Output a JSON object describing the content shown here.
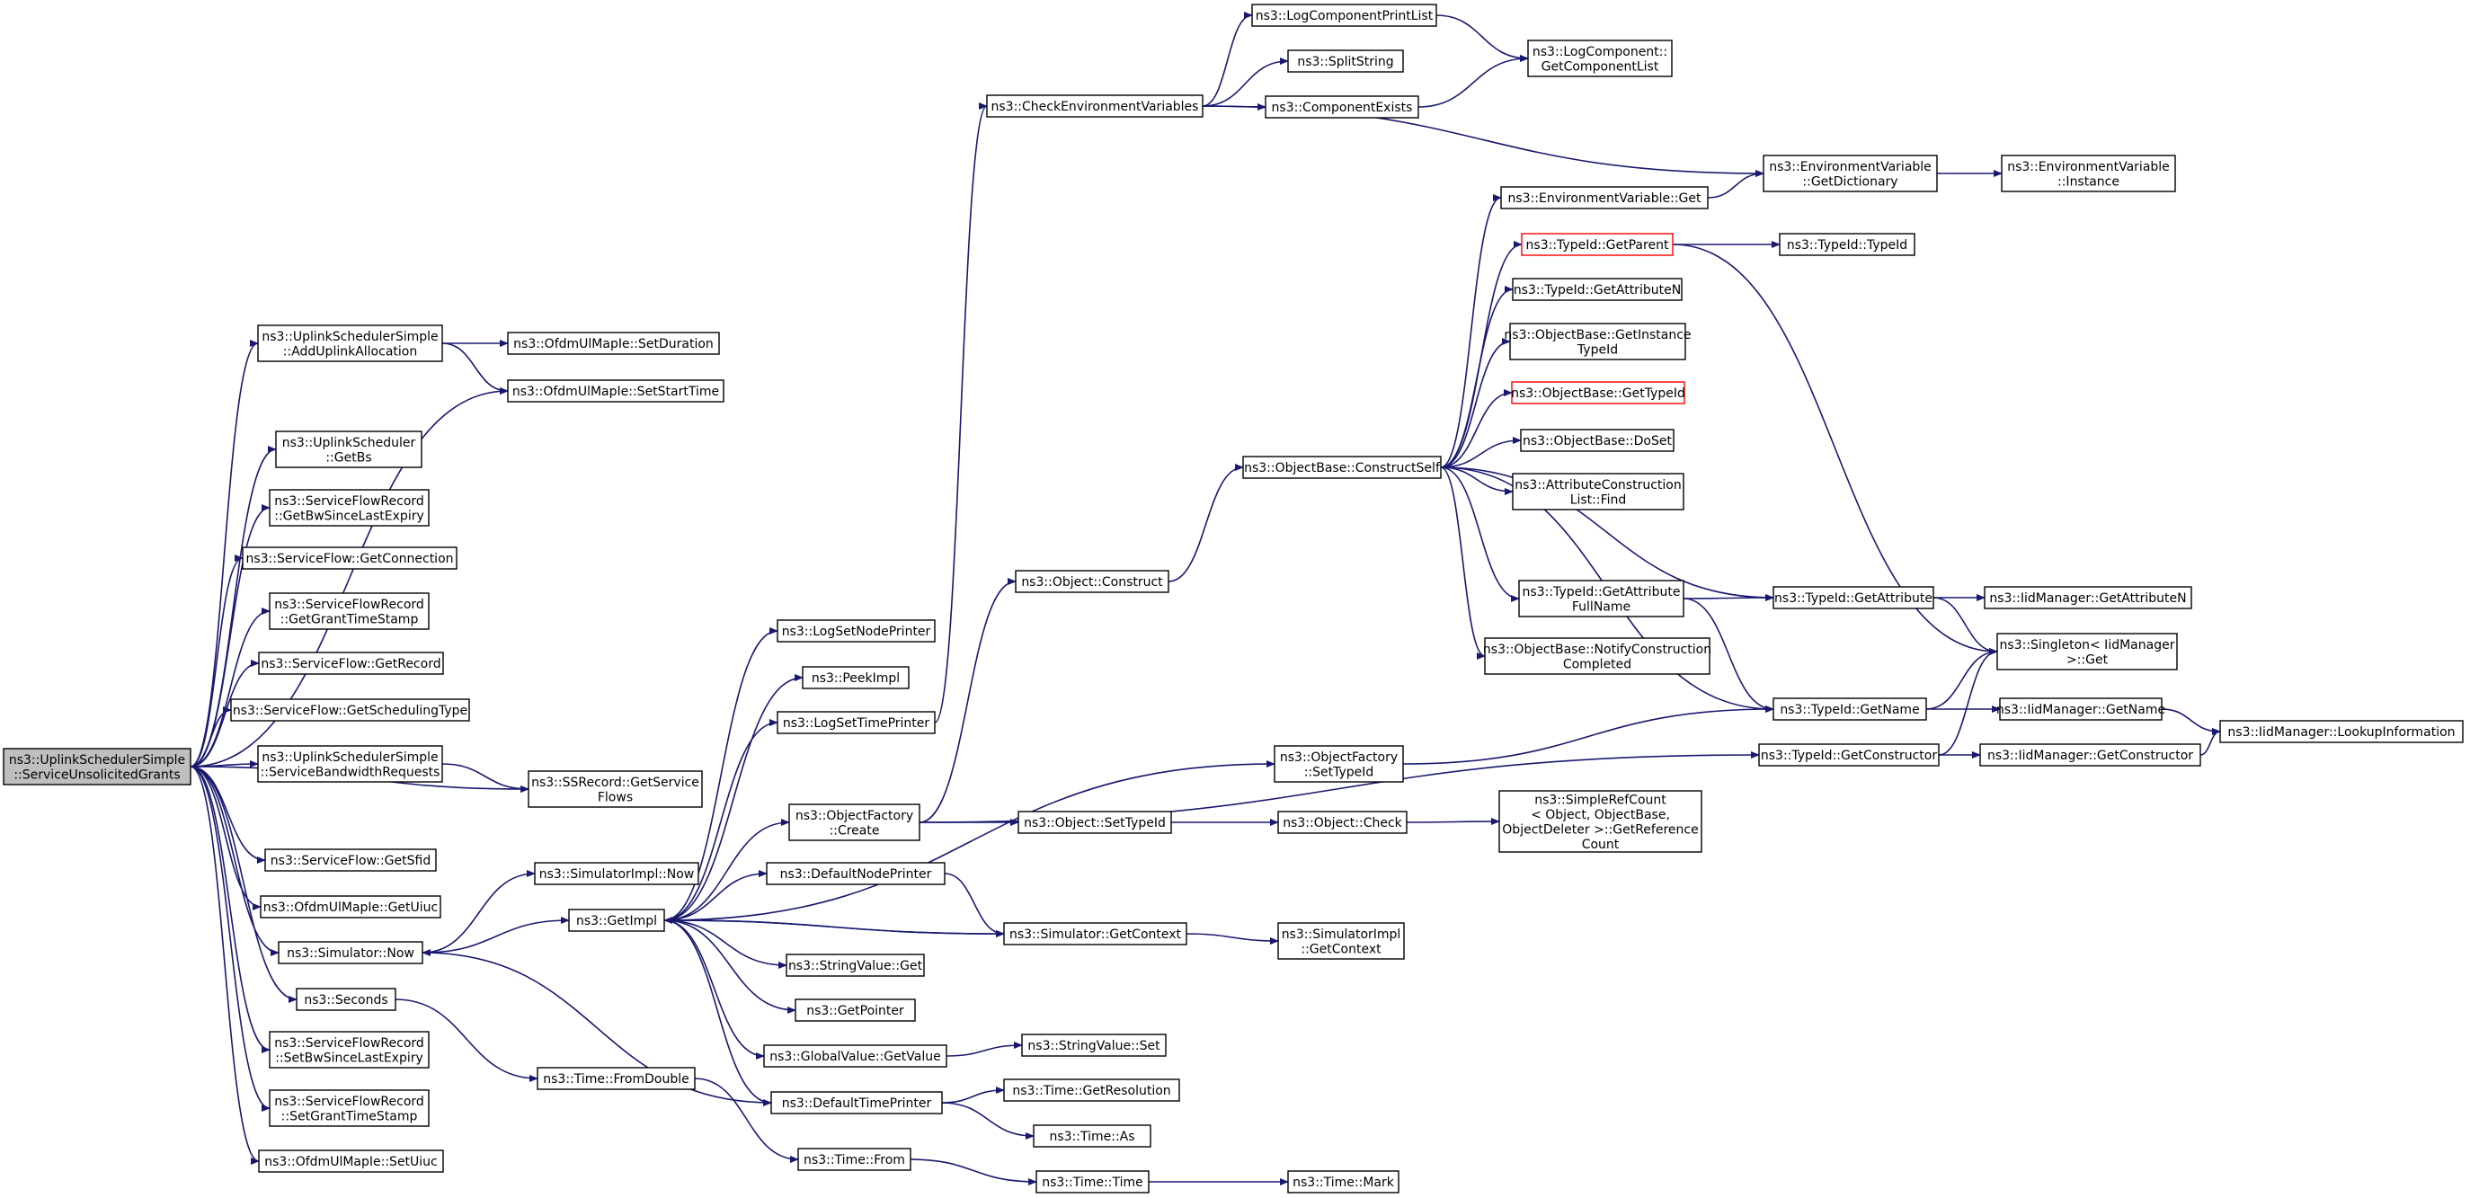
{
  "colors": {
    "edge": "#191970",
    "node_border": "#000000",
    "highlight_border": "#ff0000",
    "root_fill": "#bfbfbf",
    "node_fill": "#ffffff"
  },
  "nodes": [
    {
      "id": "root",
      "lines": [
        "ns3::UplinkSchedulerSimple",
        "::ServiceUnsolicitedGrants"
      ],
      "root": true
    },
    {
      "id": "addUplink",
      "lines": [
        "ns3::UplinkSchedulerSimple",
        "::AddUplinkAllocation"
      ]
    },
    {
      "id": "setDuration",
      "lines": [
        "ns3::OfdmUlMapIe::SetDuration"
      ]
    },
    {
      "id": "setStartTime",
      "lines": [
        "ns3::OfdmUlMapIe::SetStartTime"
      ]
    },
    {
      "id": "getBs",
      "lines": [
        "ns3::UplinkScheduler",
        "::GetBs"
      ]
    },
    {
      "id": "getBwSince",
      "lines": [
        "ns3::ServiceFlowRecord",
        "::GetBwSinceLastExpiry"
      ]
    },
    {
      "id": "getConnection",
      "lines": [
        "ns3::ServiceFlow::GetConnection"
      ]
    },
    {
      "id": "getGrantTS",
      "lines": [
        "ns3::ServiceFlowRecord",
        "::GetGrantTimeStamp"
      ]
    },
    {
      "id": "getRecord",
      "lines": [
        "ns3::ServiceFlow::GetRecord"
      ]
    },
    {
      "id": "getSchedType",
      "lines": [
        "ns3::ServiceFlow::GetSchedulingType"
      ]
    },
    {
      "id": "serviceBwReq",
      "lines": [
        "ns3::UplinkSchedulerSimple",
        "::ServiceBandwidthRequests"
      ]
    },
    {
      "id": "ssGetSF",
      "lines": [
        "ns3::SSRecord::GetService",
        "Flows"
      ]
    },
    {
      "id": "getSfid",
      "lines": [
        "ns3::ServiceFlow::GetSfid"
      ]
    },
    {
      "id": "getUiuc",
      "lines": [
        "ns3::OfdmUlMapIe::GetUiuc"
      ]
    },
    {
      "id": "simNow",
      "lines": [
        "ns3::Simulator::Now"
      ]
    },
    {
      "id": "seconds",
      "lines": [
        "ns3::Seconds"
      ]
    },
    {
      "id": "setBwSince",
      "lines": [
        "ns3::ServiceFlowRecord",
        "::SetBwSinceLastExpiry"
      ]
    },
    {
      "id": "setGrantTS",
      "lines": [
        "ns3::ServiceFlowRecord",
        "::SetGrantTimeStamp"
      ]
    },
    {
      "id": "setUiuc",
      "lines": [
        "ns3::OfdmUlMapIe::SetUiuc"
      ]
    },
    {
      "id": "simImplNow",
      "lines": [
        "ns3::SimulatorImpl::Now"
      ]
    },
    {
      "id": "getImpl",
      "lines": [
        "ns3::GetImpl"
      ]
    },
    {
      "id": "fromDouble",
      "lines": [
        "ns3::Time::FromDouble"
      ]
    },
    {
      "id": "logSetNode",
      "lines": [
        "ns3::LogSetNodePrinter"
      ]
    },
    {
      "id": "peekImpl",
      "lines": [
        "ns3::PeekImpl"
      ]
    },
    {
      "id": "logSetTime",
      "lines": [
        "ns3::LogSetTimePrinter"
      ]
    },
    {
      "id": "ofCreate",
      "lines": [
        "ns3::ObjectFactory",
        "::Create"
      ]
    },
    {
      "id": "defNodePrinter",
      "lines": [
        "ns3::DefaultNodePrinter"
      ]
    },
    {
      "id": "svGet",
      "lines": [
        "ns3::StringValue::Get"
      ]
    },
    {
      "id": "getPointer",
      "lines": [
        "ns3::GetPointer"
      ]
    },
    {
      "id": "gvGetValue",
      "lines": [
        "ns3::GlobalValue::GetValue"
      ]
    },
    {
      "id": "defTimePrinter",
      "lines": [
        "ns3::DefaultTimePrinter"
      ]
    },
    {
      "id": "timeFrom",
      "lines": [
        "ns3::Time::From"
      ]
    },
    {
      "id": "checkEnv",
      "lines": [
        "ns3::CheckEnvironmentVariables"
      ]
    },
    {
      "id": "objConstruct",
      "lines": [
        "ns3::Object::Construct"
      ]
    },
    {
      "id": "ofSetTypeId",
      "lines": [
        "ns3::ObjectFactory",
        "::SetTypeId"
      ]
    },
    {
      "id": "objSetTypeId",
      "lines": [
        "ns3::Object::SetTypeId"
      ]
    },
    {
      "id": "simGetContext",
      "lines": [
        "ns3::Simulator::GetContext"
      ]
    },
    {
      "id": "svSet",
      "lines": [
        "ns3::StringValue::Set"
      ]
    },
    {
      "id": "getResolution",
      "lines": [
        "ns3::Time::GetResolution"
      ]
    },
    {
      "id": "timeAs",
      "lines": [
        "ns3::Time::As"
      ]
    },
    {
      "id": "timeTime",
      "lines": [
        "ns3::Time::Time"
      ]
    },
    {
      "id": "logCompPrint",
      "lines": [
        "ns3::LogComponentPrintList"
      ]
    },
    {
      "id": "splitString",
      "lines": [
        "ns3::SplitString"
      ]
    },
    {
      "id": "compExists",
      "lines": [
        "ns3::ComponentExists"
      ]
    },
    {
      "id": "constructSelf",
      "lines": [
        "ns3::ObjectBase::ConstructSelf"
      ]
    },
    {
      "id": "objCheck",
      "lines": [
        "ns3::Object::Check"
      ]
    },
    {
      "id": "simImplGetContext",
      "lines": [
        "ns3::SimulatorImpl",
        "::GetContext"
      ]
    },
    {
      "id": "timeMark",
      "lines": [
        "ns3::Time::Mark"
      ]
    },
    {
      "id": "logCompGetList",
      "lines": [
        "ns3::LogComponent::",
        "GetComponentList"
      ]
    },
    {
      "id": "envGet",
      "lines": [
        "ns3::EnvironmentVariable::Get"
      ]
    },
    {
      "id": "tidGetParent",
      "lines": [
        "ns3::TypeId::GetParent"
      ],
      "highlight": true
    },
    {
      "id": "tidGetAttrN",
      "lines": [
        "ns3::TypeId::GetAttributeN"
      ]
    },
    {
      "id": "obGetInstTid",
      "lines": [
        "ns3::ObjectBase::GetInstance",
        "TypeId"
      ]
    },
    {
      "id": "obGetTypeId",
      "lines": [
        "ns3::ObjectBase::GetTypeId"
      ],
      "highlight": true
    },
    {
      "id": "obDoSet",
      "lines": [
        "ns3::ObjectBase::DoSet"
      ]
    },
    {
      "id": "acListFind",
      "lines": [
        "ns3::AttributeConstruction",
        "List::Find"
      ]
    },
    {
      "id": "tidGetAttrFull",
      "lines": [
        "ns3::TypeId::GetAttribute",
        "FullName"
      ]
    },
    {
      "id": "obNotify",
      "lines": [
        "ns3::ObjectBase::NotifyConstruction",
        "Completed"
      ]
    },
    {
      "id": "srcGetRef",
      "lines": [
        "ns3::SimpleRefCount",
        "< Object, ObjectBase,",
        " ObjectDeleter >::GetReference",
        "Count"
      ]
    },
    {
      "id": "envGetDict",
      "lines": [
        "ns3::EnvironmentVariable",
        "::GetDictionary"
      ]
    },
    {
      "id": "tidTypeId",
      "lines": [
        "ns3::TypeId::TypeId"
      ]
    },
    {
      "id": "tidGetAttr",
      "lines": [
        "ns3::TypeId::GetAttribute"
      ]
    },
    {
      "id": "tidGetName",
      "lines": [
        "ns3::TypeId::GetName"
      ]
    },
    {
      "id": "tidGetCtor",
      "lines": [
        "ns3::TypeId::GetConstructor"
      ]
    },
    {
      "id": "envInstance",
      "lines": [
        "ns3::EnvironmentVariable",
        "::Instance"
      ]
    },
    {
      "id": "iidGetAttrN",
      "lines": [
        "ns3::IidManager::GetAttributeN"
      ]
    },
    {
      "id": "singletonGet",
      "lines": [
        "ns3::Singleton< IidManager",
        " >::Get"
      ]
    },
    {
      "id": "iidGetName",
      "lines": [
        "ns3::IidManager::GetName"
      ]
    },
    {
      "id": "iidGetCtor",
      "lines": [
        "ns3::IidManager::GetConstructor"
      ]
    },
    {
      "id": "iidLookup",
      "lines": [
        "ns3::IidManager::LookupInformation"
      ]
    }
  ]
}
